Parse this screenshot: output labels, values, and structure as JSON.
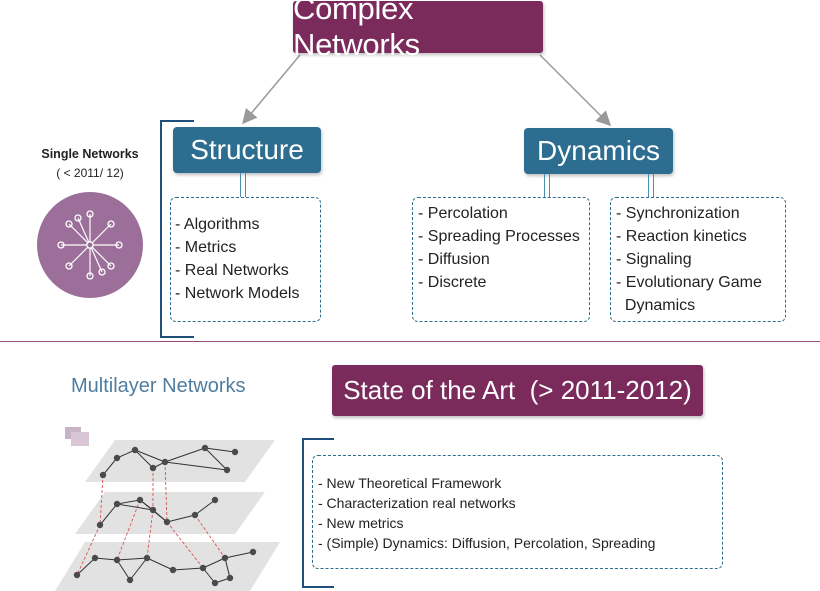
{
  "title": "Complex Networks",
  "single_networks": {
    "label": "Single Networks",
    "date_range": "( < 2011/ 12)"
  },
  "structure": {
    "label": "Structure",
    "items": [
      "- Algorithms",
      "- Metrics",
      "- Real Networks",
      "- Network Models"
    ]
  },
  "dynamics": {
    "label": "Dynamics",
    "left_items": [
      "- Percolation",
      "- Spreading Processes",
      "- Diffusion",
      "- Discrete"
    ],
    "right_items": [
      "- Synchronization",
      "- Reaction kinetics",
      "- Signaling",
      "- Evolutionary Game",
      "  Dynamics"
    ]
  },
  "multilayer": {
    "label": "Multilayer Networks"
  },
  "state_of_art": {
    "label": "State of the Art  (> 2011-2012)",
    "items": [
      "- New Theoretical Framework",
      "- Characterization real networks",
      "- New metrics",
      "- (Simple) Dynamics: Diffusion, Percolation, Spreading"
    ]
  },
  "colors": {
    "title_purple": "#7b2a5c",
    "box_blue": "#2d6d8f",
    "circle_purple": "#9c6f9a",
    "multilayer_text": "#4f7da0"
  }
}
